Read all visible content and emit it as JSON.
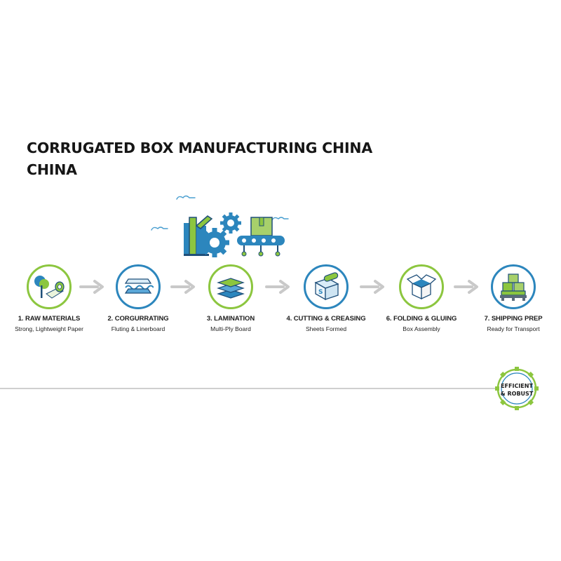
{
  "title_line1": "CORRUGATED BOX MANUFACTURING CHINA",
  "title_line2": "CHINA",
  "illustration": {
    "icon": "factory-gears-conveyor-icon"
  },
  "steps": [
    {
      "title": "1. RAW MATERIALS",
      "subtitle": "Strong, Lightweight Paper",
      "icon": "tree-paper-roll-icon",
      "ring": "#8cc63f"
    },
    {
      "title": "2. CORGURRATING",
      "subtitle": "Fluting & Linerboard",
      "icon": "fluting-icon",
      "ring": "#2c86bd"
    },
    {
      "title": "3. LAMINATION",
      "subtitle": "Multi-Ply Board",
      "icon": "layers-icon",
      "ring": "#8cc63f"
    },
    {
      "title": "4. CUTTING & CREASING",
      "subtitle": "Sheets Formed",
      "icon": "sheet-roller-icon",
      "ring": "#2c86bd"
    },
    {
      "title": "6. FOLDING & GLUING",
      "subtitle": "Box Assembly",
      "icon": "open-box-icon",
      "ring": "#8cc63f"
    },
    {
      "title": "7. SHIPPING PREP",
      "subtitle": "Ready for Transport",
      "icon": "stacked-boxes-icon",
      "ring": "#2c86bd"
    }
  ],
  "badge": {
    "line1": "EFFICIENT",
    "line2": "& ROBUST",
    "icon": "gear-badge-icon"
  },
  "colors": {
    "green": "#8cc63f",
    "blue": "#2c86bd",
    "arrow": "#c9c9c9",
    "navy": "#1f4f7a"
  }
}
